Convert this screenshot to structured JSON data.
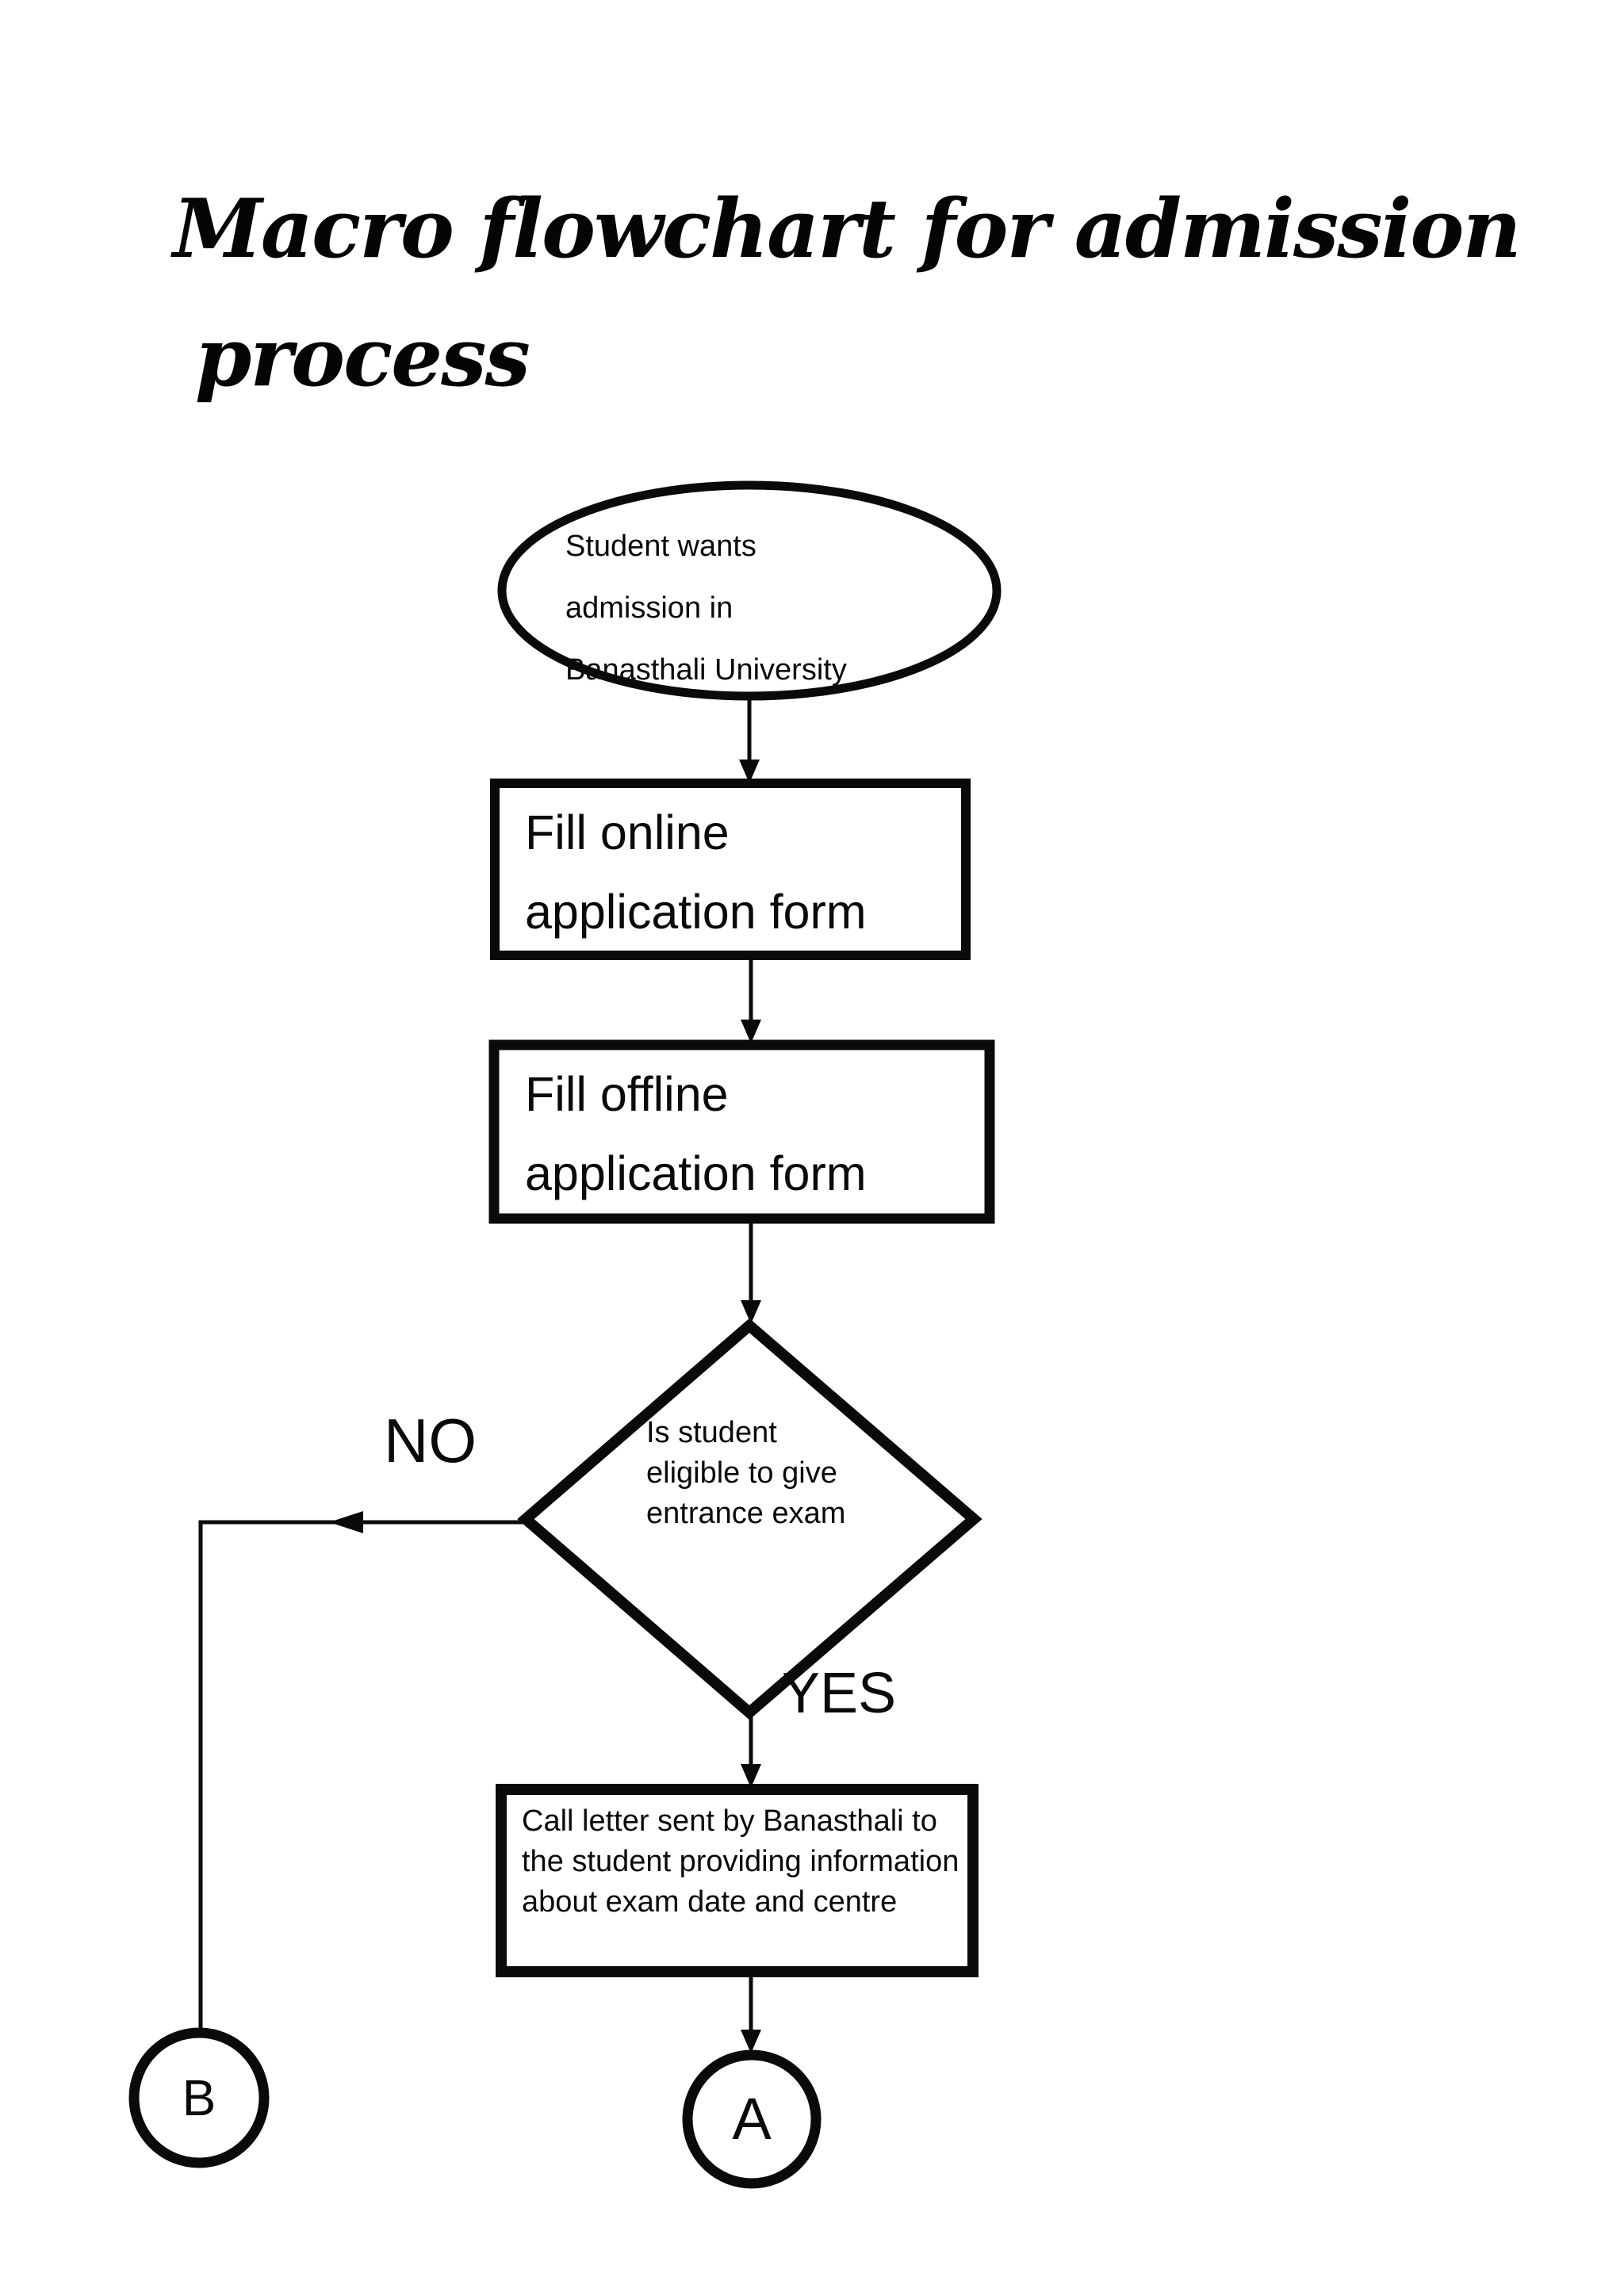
{
  "page": {
    "background_color": "#ffffff",
    "ink_color": "#0a0a0a"
  },
  "title": {
    "line1": "Macro flowchart for admission",
    "line2": "process"
  },
  "flowchart": {
    "start_ellipse": {
      "lines": [
        "Student wants",
        "admission in",
        "Banasthali University"
      ]
    },
    "box_online": {
      "lines": [
        "Fill online",
        "application form"
      ]
    },
    "box_offline": {
      "lines": [
        "Fill offline",
        "application form"
      ]
    },
    "decision": {
      "lines": [
        "Is student",
        "eligible to give",
        "entrance exam"
      ],
      "no_label": "NO",
      "yes_label": "YES"
    },
    "box_call_letter": {
      "lines": [
        "Call letter sent by Banasthali to",
        "the student providing information",
        "about exam date and centre"
      ]
    },
    "terminator_a": {
      "label": "A"
    },
    "terminator_b": {
      "label": "B"
    }
  }
}
